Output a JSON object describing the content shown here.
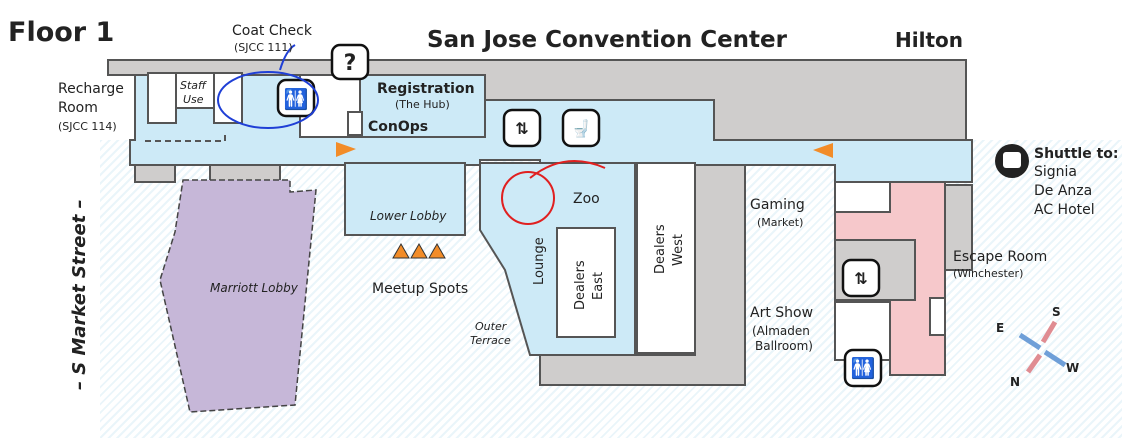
{
  "header": {
    "floor": "Floor 1",
    "building": "San Jose Convention Center",
    "hotel": "Hilton"
  },
  "street": "– S Market Street –",
  "rooms": {
    "coat_check": {
      "name": "Coat Check",
      "sub": "(SJCC 111)"
    },
    "recharge": {
      "line1": "Recharge",
      "line2": "Room",
      "sub": "(SJCC 114)"
    },
    "staff": {
      "line1": "Staff",
      "line2": "Use"
    },
    "registration": {
      "name": "Registration",
      "sub": "(The Hub)"
    },
    "conops": "ConOps",
    "lower_lobby": "Lower Lobby",
    "zoo": "Zoo",
    "lounge": "Lounge",
    "dealers_east": {
      "line1": "Dealers",
      "line2": "East"
    },
    "dealers_west": {
      "line1": "Dealers",
      "line2": "West"
    },
    "meetup": "Meetup Spots",
    "terrace": {
      "line1": "Outer",
      "line2": "Terrace"
    },
    "marriott": "Marriott Lobby",
    "gaming": {
      "name": "Gaming",
      "sub": "(Market)"
    },
    "art_show": {
      "name": "Art Show",
      "sub1": "(Almaden",
      "sub2": "Ballroom)"
    },
    "escape": {
      "name": "Escape Room",
      "sub": "(Winchester)"
    }
  },
  "shuttle": {
    "title": "Shuttle to:",
    "stops": [
      "Signia",
      "De Anza",
      "AC Hotel"
    ],
    "icon": "bus-icon"
  },
  "compass": {
    "e": "E",
    "s": "S",
    "w": "W",
    "n": "N"
  },
  "colors": {
    "corridor": "#cdeaf7",
    "wall": "#cfcdcc",
    "hilton": "#f6c8cb",
    "marriott": "#c6b7d8",
    "arrow": "#f28c28",
    "annotation_blue": "#1f3fd6",
    "annotation_red": "#e02020"
  }
}
